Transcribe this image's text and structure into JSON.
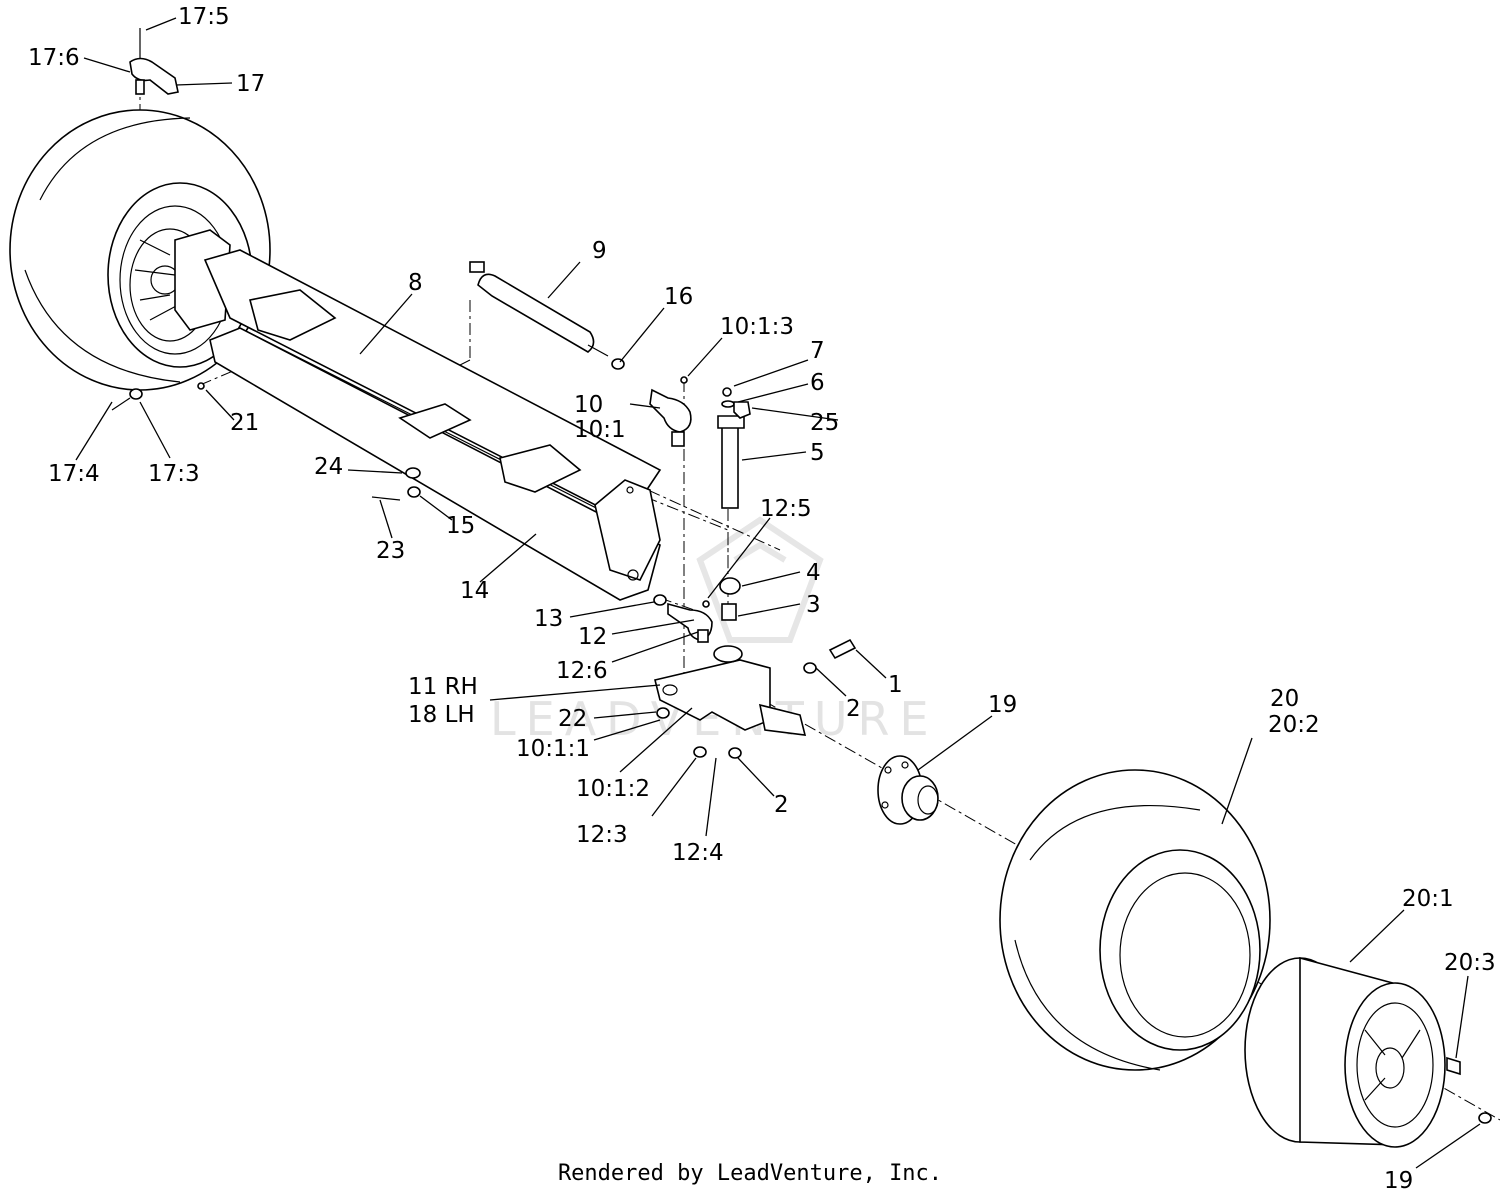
{
  "watermark": "LEADVENTURE",
  "footer": "Rendered by LeadVenture, Inc.",
  "callouts": {
    "c17_5": "17:5",
    "c17_6": "17:6",
    "c17": "17",
    "c9": "9",
    "c8": "8",
    "c16": "16",
    "c10_1_3": "10:1:3",
    "c7": "7",
    "c6": "6",
    "c10": "10",
    "c10_1": "10:1",
    "c25": "25",
    "c21": "21",
    "c5": "5",
    "c17_4": "17:4",
    "c17_3": "17:3",
    "c24": "24",
    "c15": "15",
    "c12_5": "12:5",
    "c23": "23",
    "c4": "4",
    "c14": "14",
    "c3": "3",
    "c13": "13",
    "c12": "12",
    "c12_6": "12:6",
    "c1": "1",
    "c11rh": "11 RH",
    "c18lh": "18 LH",
    "c2a": "2",
    "c19a": "19",
    "c20": "20",
    "c20_2": "20:2",
    "c22": "22",
    "c10_1_1": "10:1:1",
    "c10_1_2": "10:1:2",
    "c2b": "2",
    "c12_3": "12:3",
    "c12_4": "12:4",
    "c20_1": "20:1",
    "c20_3": "20:3",
    "c19b": "19"
  }
}
